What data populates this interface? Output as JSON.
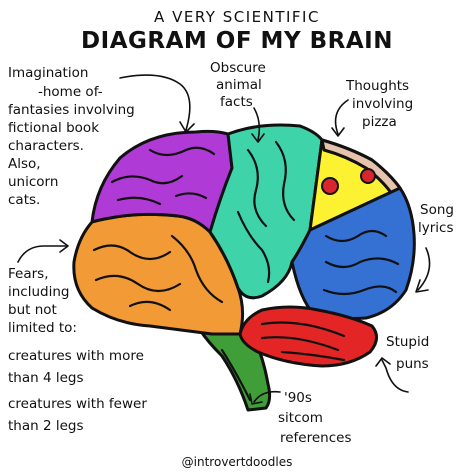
{
  "title": {
    "line1": "A VERY SCIENTIFIC",
    "line2": "DIAGRAM OF MY BRAIN"
  },
  "labels": {
    "imagination": [
      "Imagination",
      "-home of-",
      "fantasies involving",
      "fictional book",
      "characters.",
      "Also,",
      "unicorn",
      "cats."
    ],
    "obscure": [
      "Obscure",
      "animal",
      "facts"
    ],
    "pizza": [
      "Thoughts",
      "involving",
      "pizza"
    ],
    "song": [
      "Song",
      "lyrics"
    ],
    "fears": [
      "Fears,",
      "including",
      "but not",
      "limited to:",
      "creatures with more",
      "than 4 legs",
      "creatures with fewer",
      "than 2 legs"
    ],
    "puns": [
      "Stupid",
      "puns"
    ],
    "sitcom": [
      "'90s",
      "sitcom",
      "references"
    ]
  },
  "credit": "@introvertdoodles",
  "colors": {
    "purple": "#b03ad6",
    "teal": "#3fd3a9",
    "pizza_yellow": "#fcf232",
    "pizza_crust": "#e7c2ad",
    "pepperoni": "#d8262e",
    "blue": "#3570d3",
    "orange": "#f29a36",
    "red": "#e32525",
    "green": "#3f9e37"
  }
}
